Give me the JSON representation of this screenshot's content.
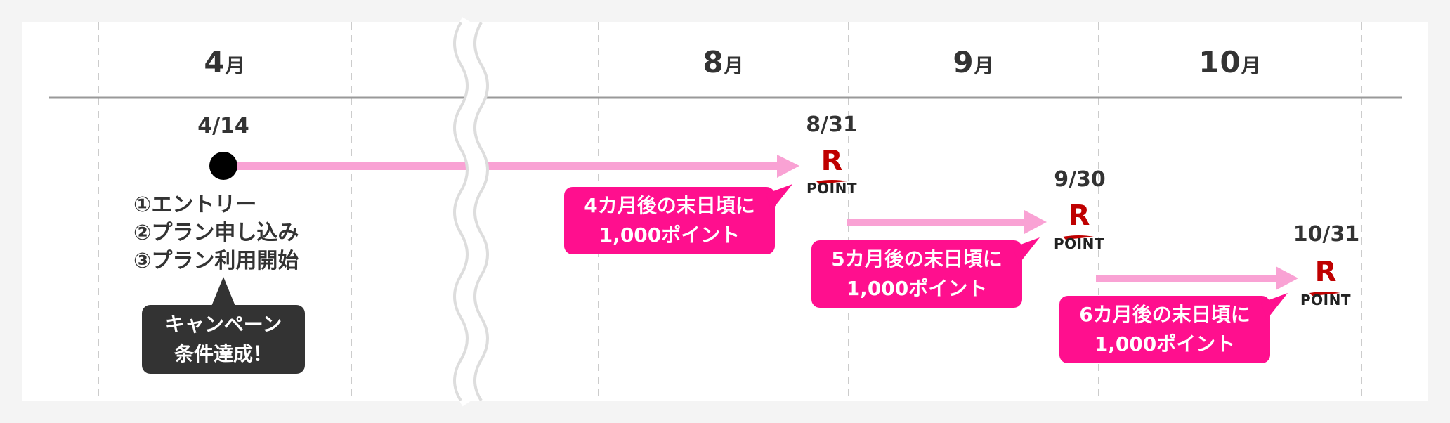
{
  "months": [
    "4",
    "8",
    "9",
    "10"
  ],
  "month_suffix": "月",
  "start_date": "4/14",
  "steps": [
    "①エントリー",
    "②プラン申し込み",
    "③プラン利用開始"
  ],
  "campaign_callout": [
    "キャンペーン",
    "条件達成！"
  ],
  "rewards": [
    {
      "date": "8/31",
      "note_line1": "4カ月後の末日頃に",
      "note_line2": "1,000ポイント"
    },
    {
      "date": "9/30",
      "note_line1": "5カ月後の末日頃に",
      "note_line2": "1,000ポイント"
    },
    {
      "date": "10/31",
      "note_line1": "6カ月後の末日頃に",
      "note_line2": "1,000ポイント"
    }
  ],
  "logo": {
    "letter": "R",
    "word": "POINT"
  },
  "colors": {
    "accent_pink": "#ff0f8e",
    "arrow_pink": "#f9a2d4",
    "dark_callout": "#333333",
    "rakuten_red": "#bf0000"
  }
}
